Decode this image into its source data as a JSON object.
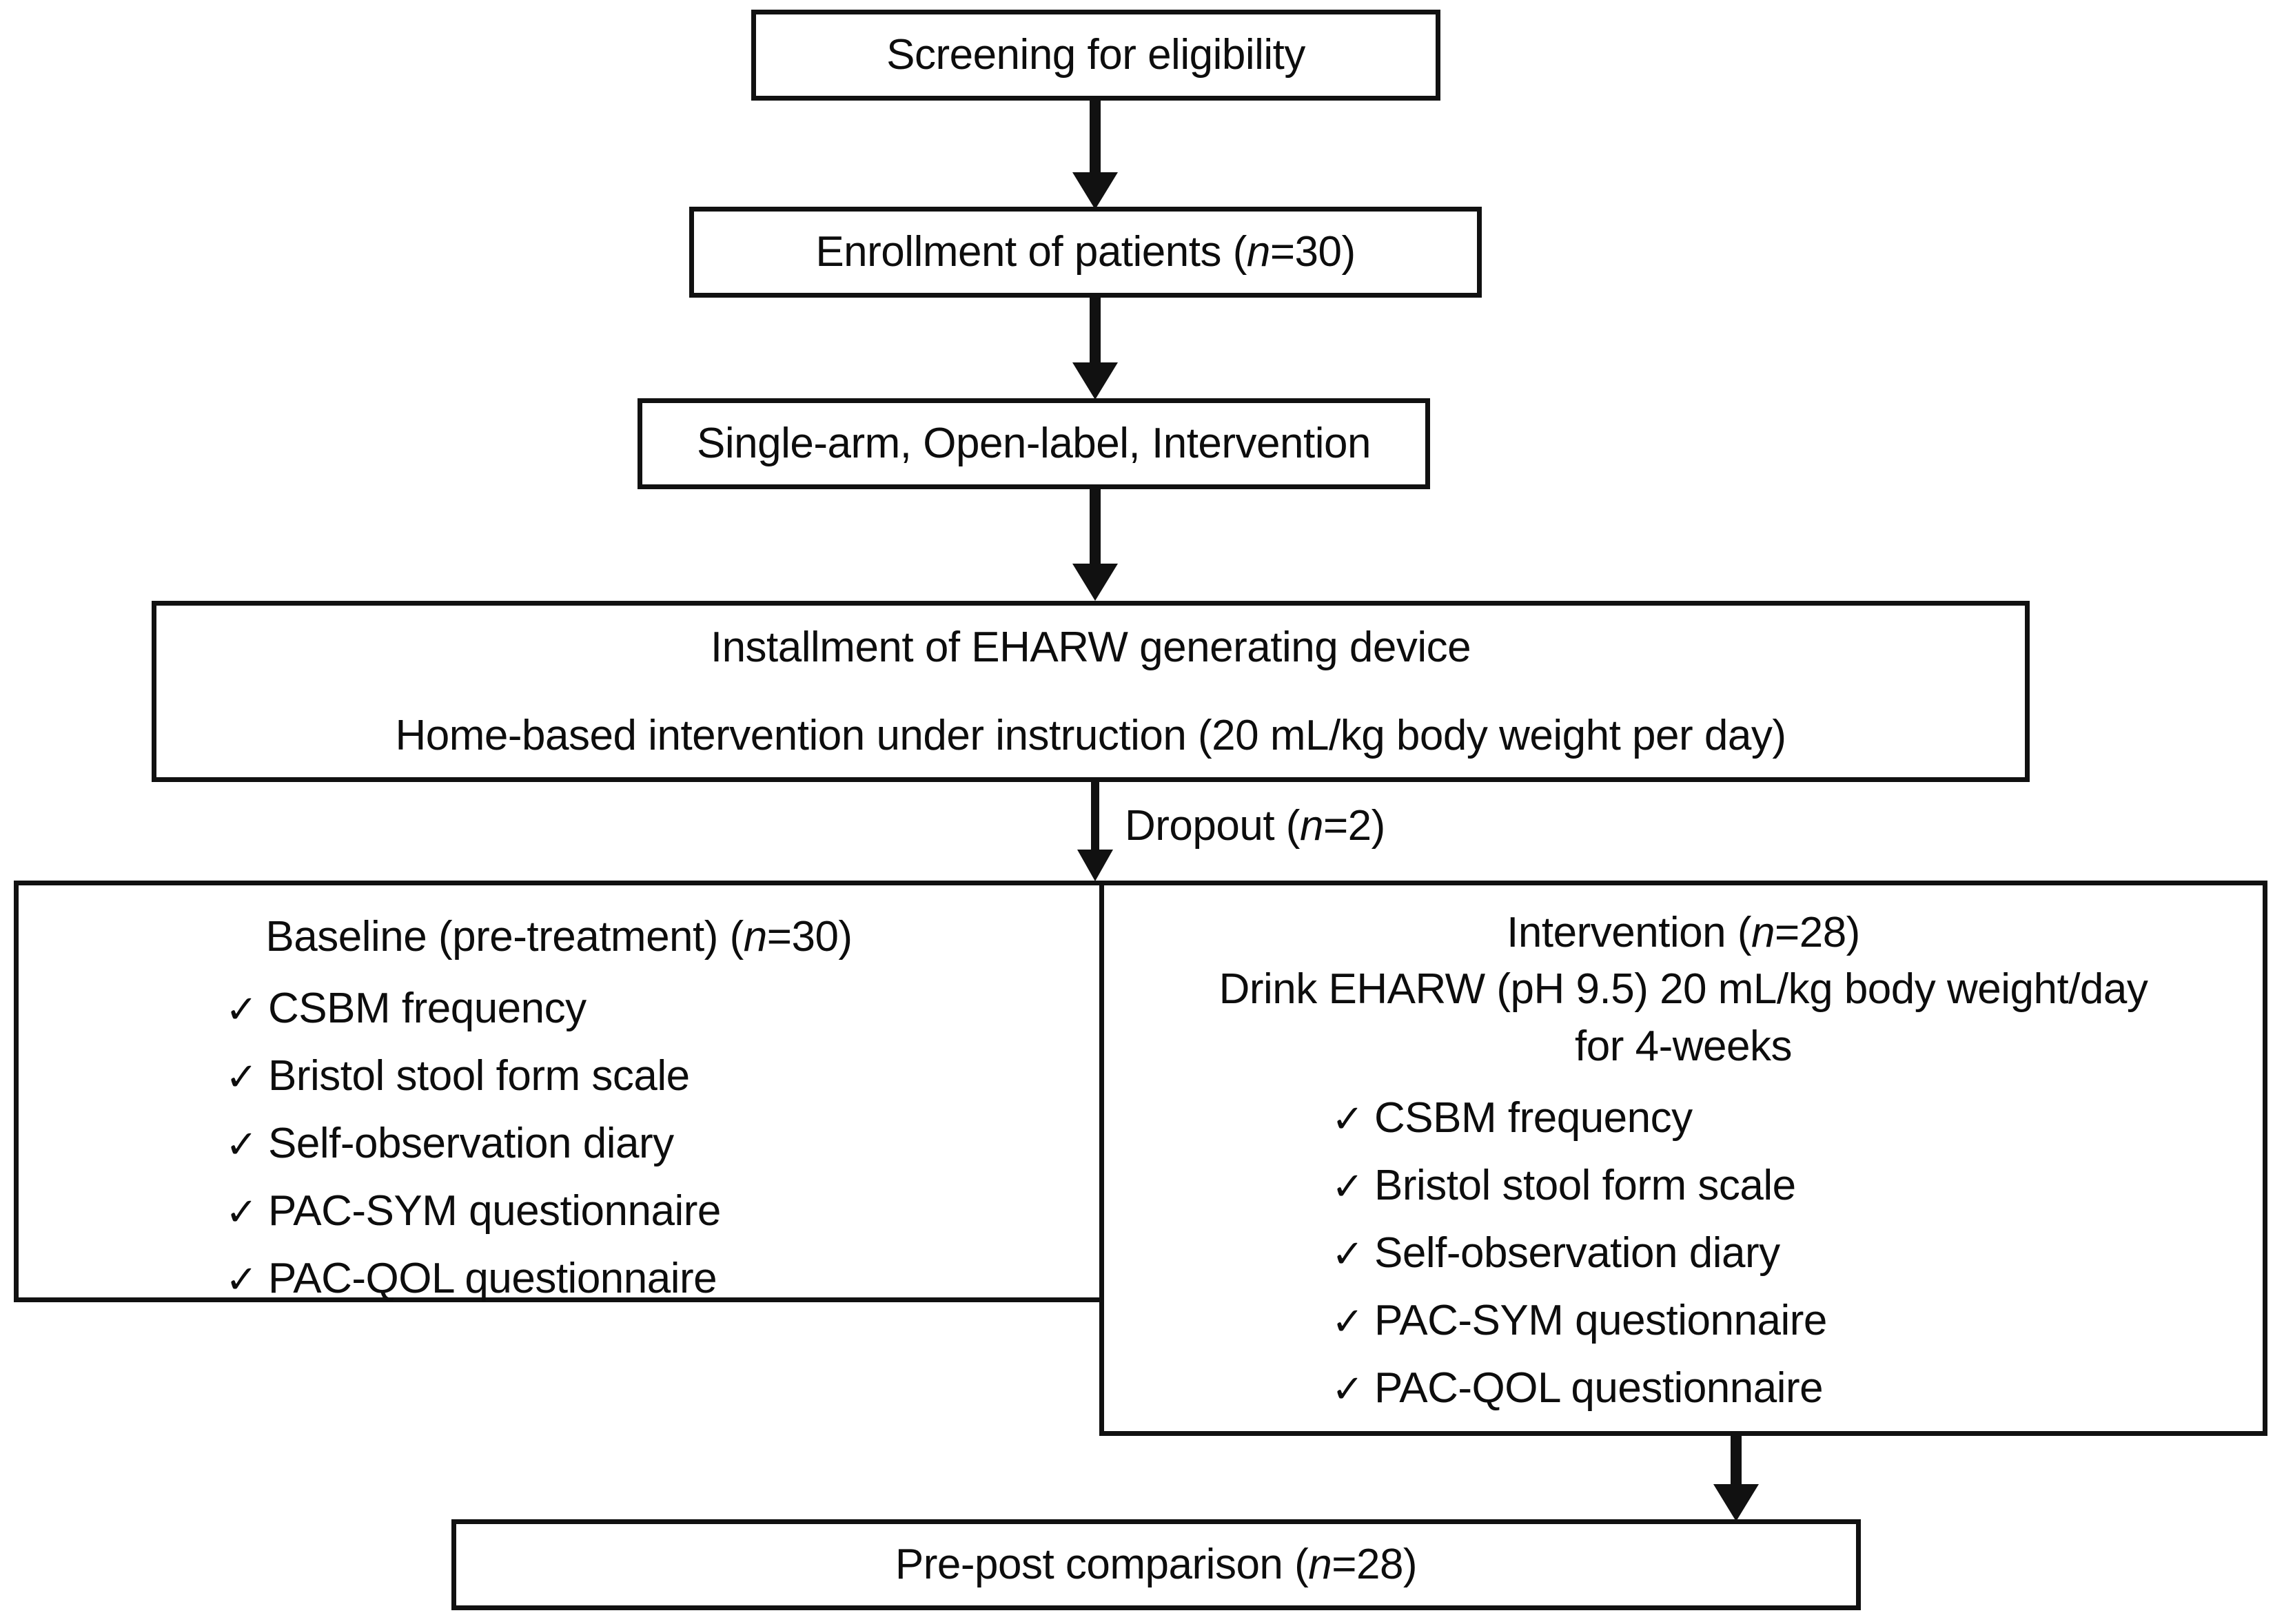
{
  "diagram": {
    "title": "Study flow diagram",
    "type": "flowchart",
    "nodes": {
      "screening": {
        "label": "Screening for eligibility"
      },
      "enrollment": {
        "label_pre": "Enrollment of patients (",
        "label_n": "n",
        "label_post": "=30)"
      },
      "design": {
        "label": "Single-arm, Open-label, Intervention"
      },
      "installment": {
        "line1": "Installment of EHARW generating device",
        "line2": "Home-based intervention under instruction (20 mL/kg body weight per day)"
      },
      "baseline": {
        "head_pre": "Baseline (pre-treatment) (",
        "head_n": "n",
        "head_post": "=30)",
        "items": [
          "CSBM frequency",
          "Bristol stool form scale",
          "Self-observation diary",
          "PAC-SYM questionnaire",
          "PAC-QOL questionnaire"
        ],
        "checkmark": "check-icon"
      },
      "intervention": {
        "head_pre": "Intervention (",
        "head_n": "n",
        "head_post": "=28)",
        "line2": "Drink EHARW (pH 9.5) 20 mL/kg body weight/day",
        "line3": "for 4-weeks",
        "items": [
          "CSBM frequency",
          "Bristol stool form scale",
          "Self-observation diary",
          "PAC-SYM questionnaire",
          "PAC-QOL questionnaire"
        ],
        "checkmark": "check-icon"
      },
      "comparison": {
        "label_pre": "Pre-post comparison (",
        "label_n": "n",
        "label_post": "=28)"
      }
    },
    "annotations": {
      "dropout_pre": "Dropout (",
      "dropout_n": "n",
      "dropout_post": "=2)"
    },
    "glyphs": {
      "check": "✓"
    },
    "colors": {
      "stroke": "#111111",
      "background": "#ffffff",
      "text": "#0d0d0d"
    }
  }
}
